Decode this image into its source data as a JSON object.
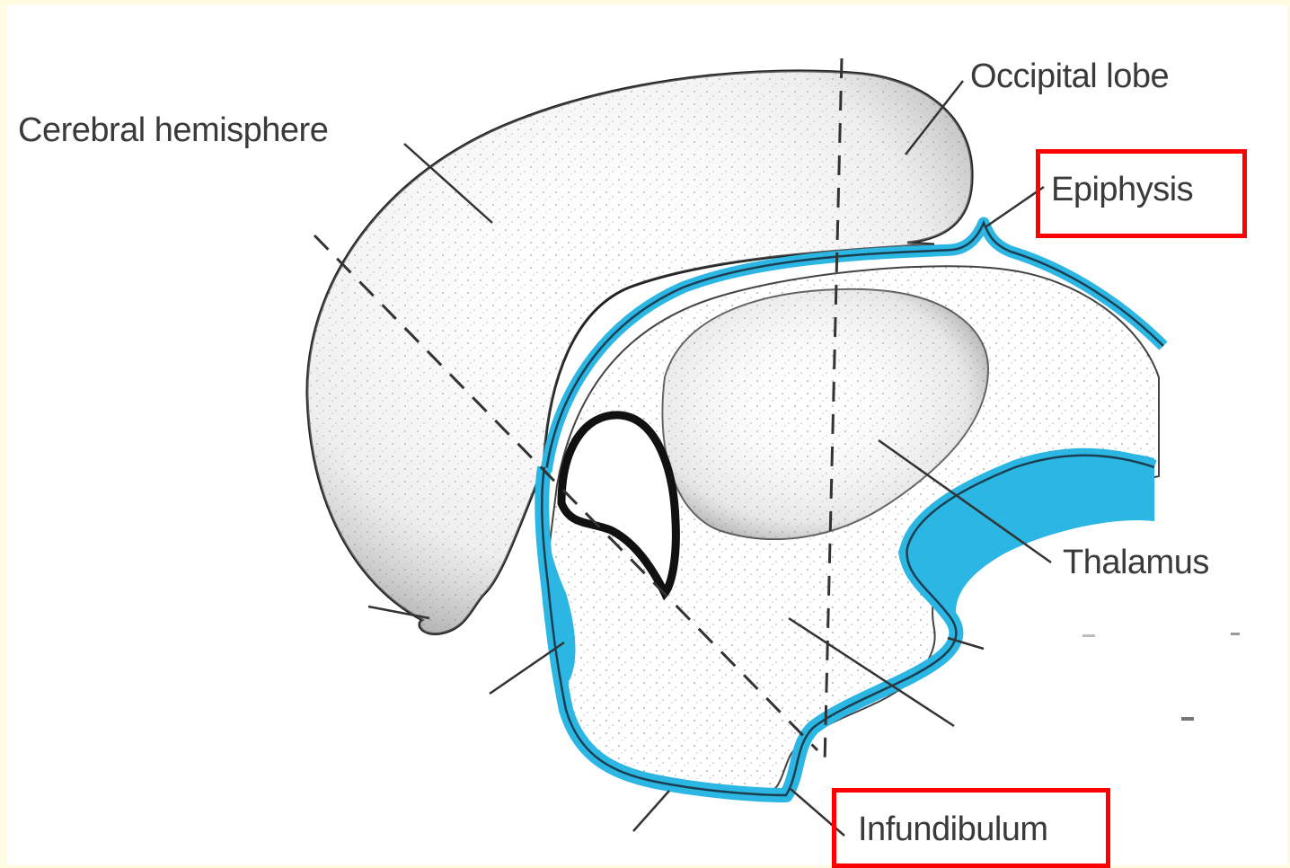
{
  "labels": {
    "cerebral_hemisphere": "Cerebral hemisphere",
    "occipital_lobe": "Occipital lobe",
    "epiphysis": "Epiphysis",
    "thalamus": "Thalamus",
    "infundibulum": "Infundibulum"
  },
  "colors": {
    "background_border": "#fffbe0",
    "ventricle_blue": "#2bb6e3",
    "highlight_box": "#ff0000",
    "outline": "#222222"
  },
  "highlighted": [
    "Epiphysis",
    "Infundibulum"
  ]
}
